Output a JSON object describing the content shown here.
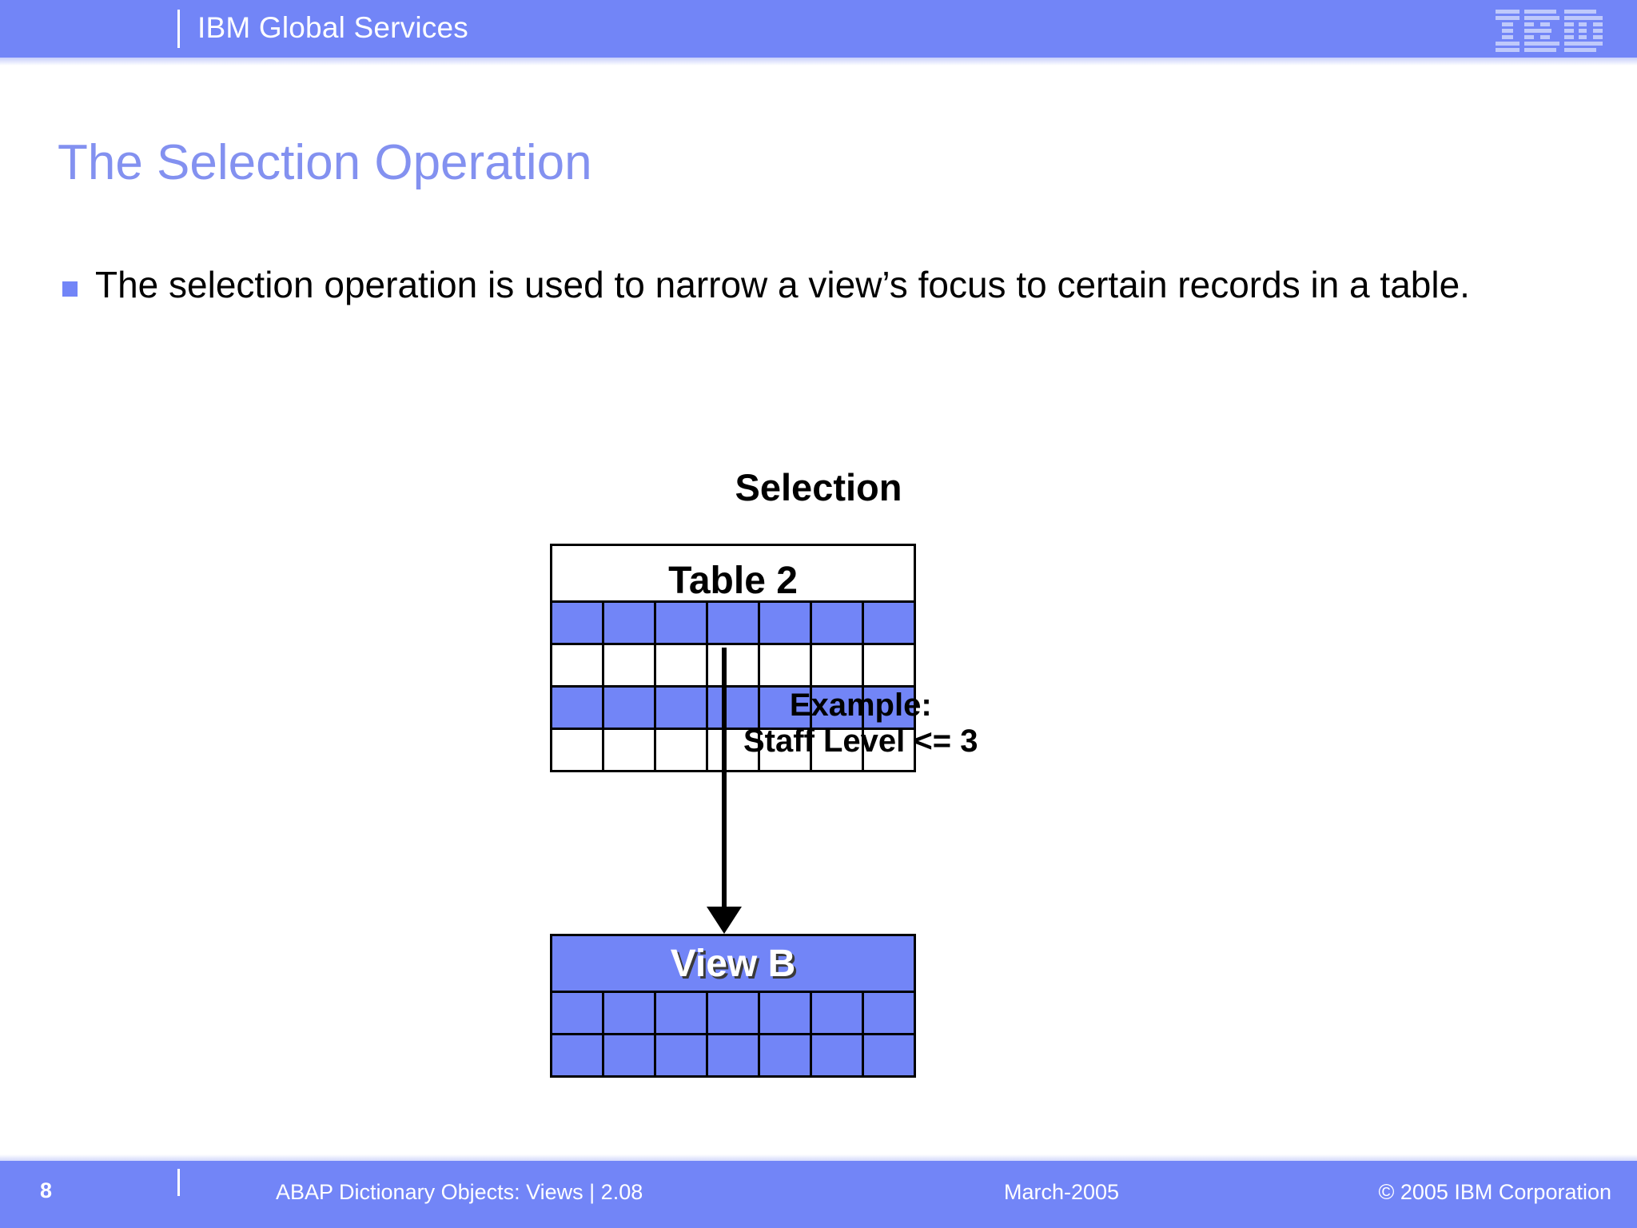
{
  "colors": {
    "brand_blue": "#7285F7",
    "title_blue": "#8391F0",
    "text_black": "#000000",
    "white": "#FFFFFF"
  },
  "header": {
    "title": "IBM Global Services",
    "logo_alt": "IBM"
  },
  "slide": {
    "title": "The Selection Operation",
    "bullets": [
      "The selection operation is used to narrow a view’s focus to certain records in a table."
    ]
  },
  "diagram": {
    "caption": "Selection",
    "source_table": {
      "label": "Table 2",
      "columns": 7,
      "rows": [
        {
          "fill": "blue"
        },
        {
          "fill": "white"
        },
        {
          "fill": "blue"
        },
        {
          "fill": "white"
        }
      ]
    },
    "annotation": {
      "line1": "Example:",
      "line2": "Staff Level <= 3"
    },
    "result_table": {
      "label": "View B",
      "columns": 7,
      "rows": [
        {
          "fill": "blue"
        },
        {
          "fill": "blue"
        }
      ]
    }
  },
  "footer": {
    "page_number": "8",
    "course": "ABAP Dictionary Objects:  Views | 2.08",
    "date": "March-2005",
    "copyright": "© 2005 IBM Corporation"
  }
}
